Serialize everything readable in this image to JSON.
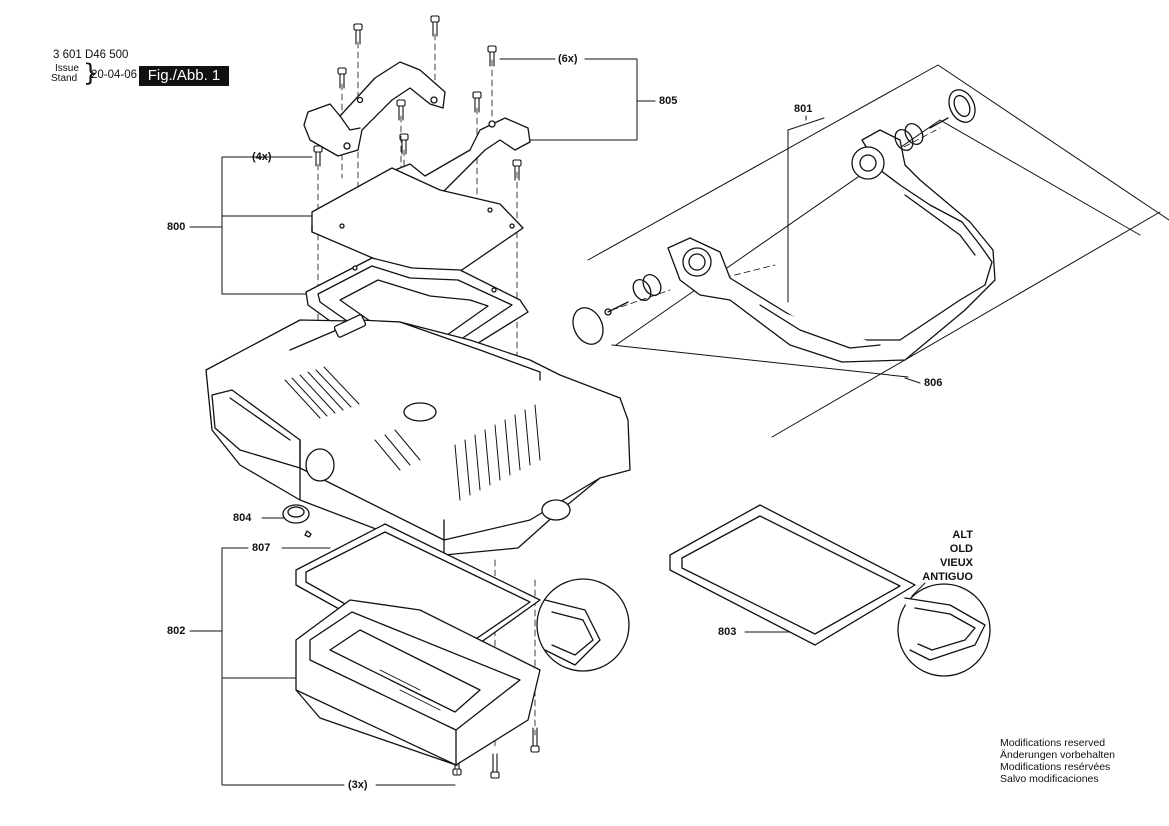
{
  "header": {
    "part_number": "3 601 D46 500",
    "issue_label": "Issue",
    "stand_label": "Stand",
    "issue_date": "20-04-06",
    "figure_label": "Fig./Abb. 1"
  },
  "callouts": {
    "c800": "800",
    "c801": "801",
    "c802": "802",
    "c803": "803",
    "c804": "804",
    "c805": "805",
    "c806": "806",
    "c807": "807",
    "qty_6x": "(6x)",
    "qty_4x": "(4x)",
    "qty_3x": "(3x)"
  },
  "old_version_labels": [
    "ALT",
    "OLD",
    "VIEUX",
    "ANTIGUO"
  ],
  "modifications": [
    "Modifications reserved",
    "Änderungen vorbehalten",
    "Modifications resérvées",
    "Salvo modificaciones"
  ],
  "colors": {
    "line": "#111111",
    "background": "#ffffff",
    "label_bg": "#111111"
  }
}
